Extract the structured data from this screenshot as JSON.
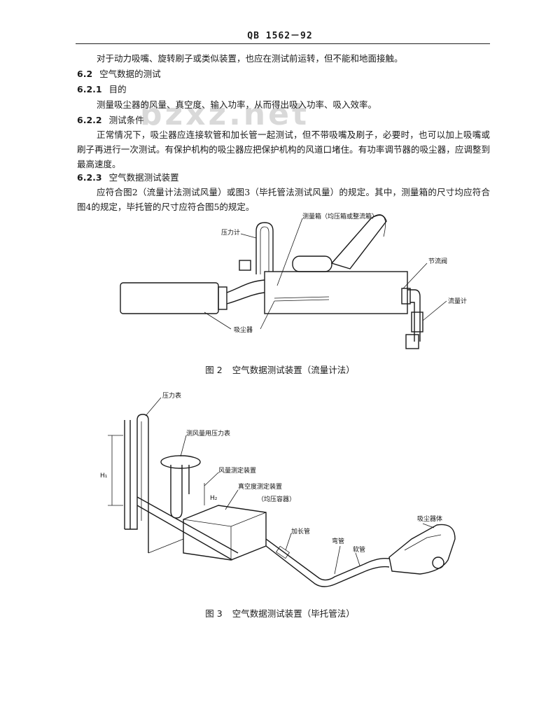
{
  "header": "QB 1562－92",
  "watermark": "bzxz.net",
  "lines": {
    "intro": "对于动力吸嘴、旋转刷子或类似装置，也应在测试前运转，但不能和地面接触。",
    "s62_num": "6.2",
    "s62_title": "空气数据的测试",
    "s621_num": "6.2.1",
    "s621_title": "目的",
    "s621_body": "测量吸尘器的风量、真空度、输入功率，从而得出吸入功率、吸入效率。",
    "s622_num": "6.2.2",
    "s622_title": "测试条件",
    "s622_body": "正常情况下，吸尘器应连接软管和加长管一起测试，但不带吸嘴及刷子，必要时，也可以加上吸嘴或刷子再进行一次测试。有保护机构的吸尘器应把保护机构的风道口堵住。有功率调节器的吸尘器，应调整到最高速度。",
    "s623_num": "6.2.3",
    "s623_title": "空气数据测试装置",
    "s623_body": "应符合图2（流量计法测试风量）或图3（毕托管法测试风量）的规定。其中，测量箱的尺寸均应符合图4的规定，毕托管的尺寸应符合图5的规定。"
  },
  "fig2": {
    "caption_num": "图 2",
    "caption_text": "空气数据测试装置（流量计法）",
    "label_pressure_gauge": "压力计",
    "label_box": "测量箱（均压箱或整流箱）",
    "label_throttle": "节流阀",
    "label_flowmeter": "流量计",
    "label_cleaner": "吸尘器"
  },
  "fig3": {
    "caption_num": "图 3",
    "caption_text": "空气数据测试装置（毕托管法）",
    "label_pressure_gauge": "压力表",
    "label_flow_gauge": "测风量用压力表",
    "label_flow_device": "风量测定装置",
    "label_vacuum_device": "真空度测定装置",
    "label_vacuum_sub": "（均压容器）",
    "label_extension": "加长管",
    "label_elbow": "弯管",
    "label_hose": "软管",
    "label_body": "吸尘器体",
    "label_h1": "H₁",
    "label_h2": "H₂"
  }
}
